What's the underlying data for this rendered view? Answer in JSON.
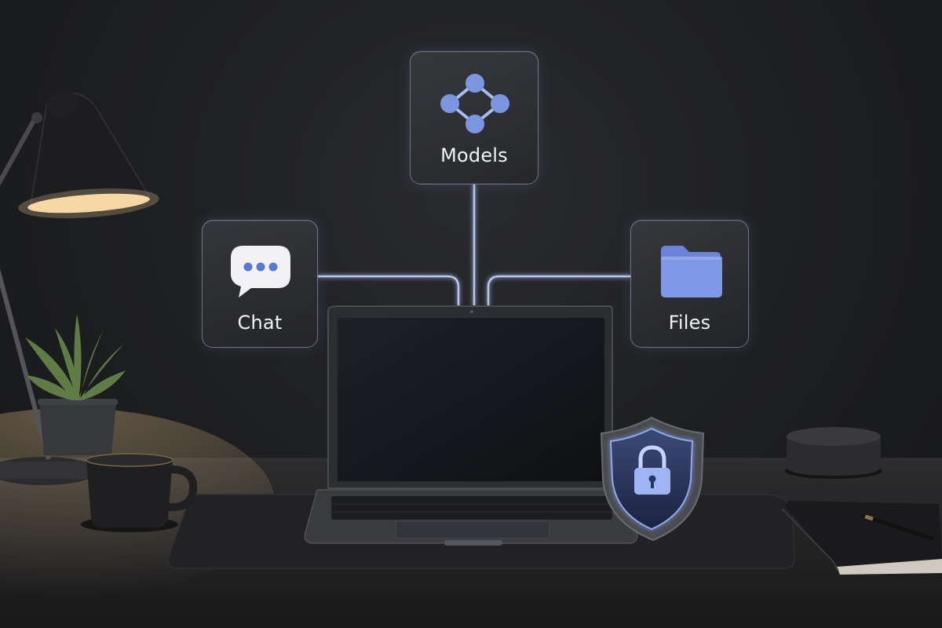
{
  "tiles": {
    "models": {
      "label": "Models",
      "icon": "network-nodes-icon"
    },
    "chat": {
      "label": "Chat",
      "icon": "chat-bubble-icon"
    },
    "files": {
      "label": "Files",
      "icon": "folder-icon"
    }
  },
  "scene_objects": [
    "desk-lamp-icon",
    "plant-icon",
    "coffee-mug-icon",
    "laptop-icon",
    "security-shield-icon",
    "lock-icon",
    "speaker-puck-icon",
    "notebook-icon",
    "pen-icon"
  ],
  "colors": {
    "accent_blue": "#7b96e0",
    "glow_line": "#a9bff5",
    "wall": "#1f2022",
    "desk": "#2a2a2c",
    "lamp_light": "#f6d9a4"
  }
}
